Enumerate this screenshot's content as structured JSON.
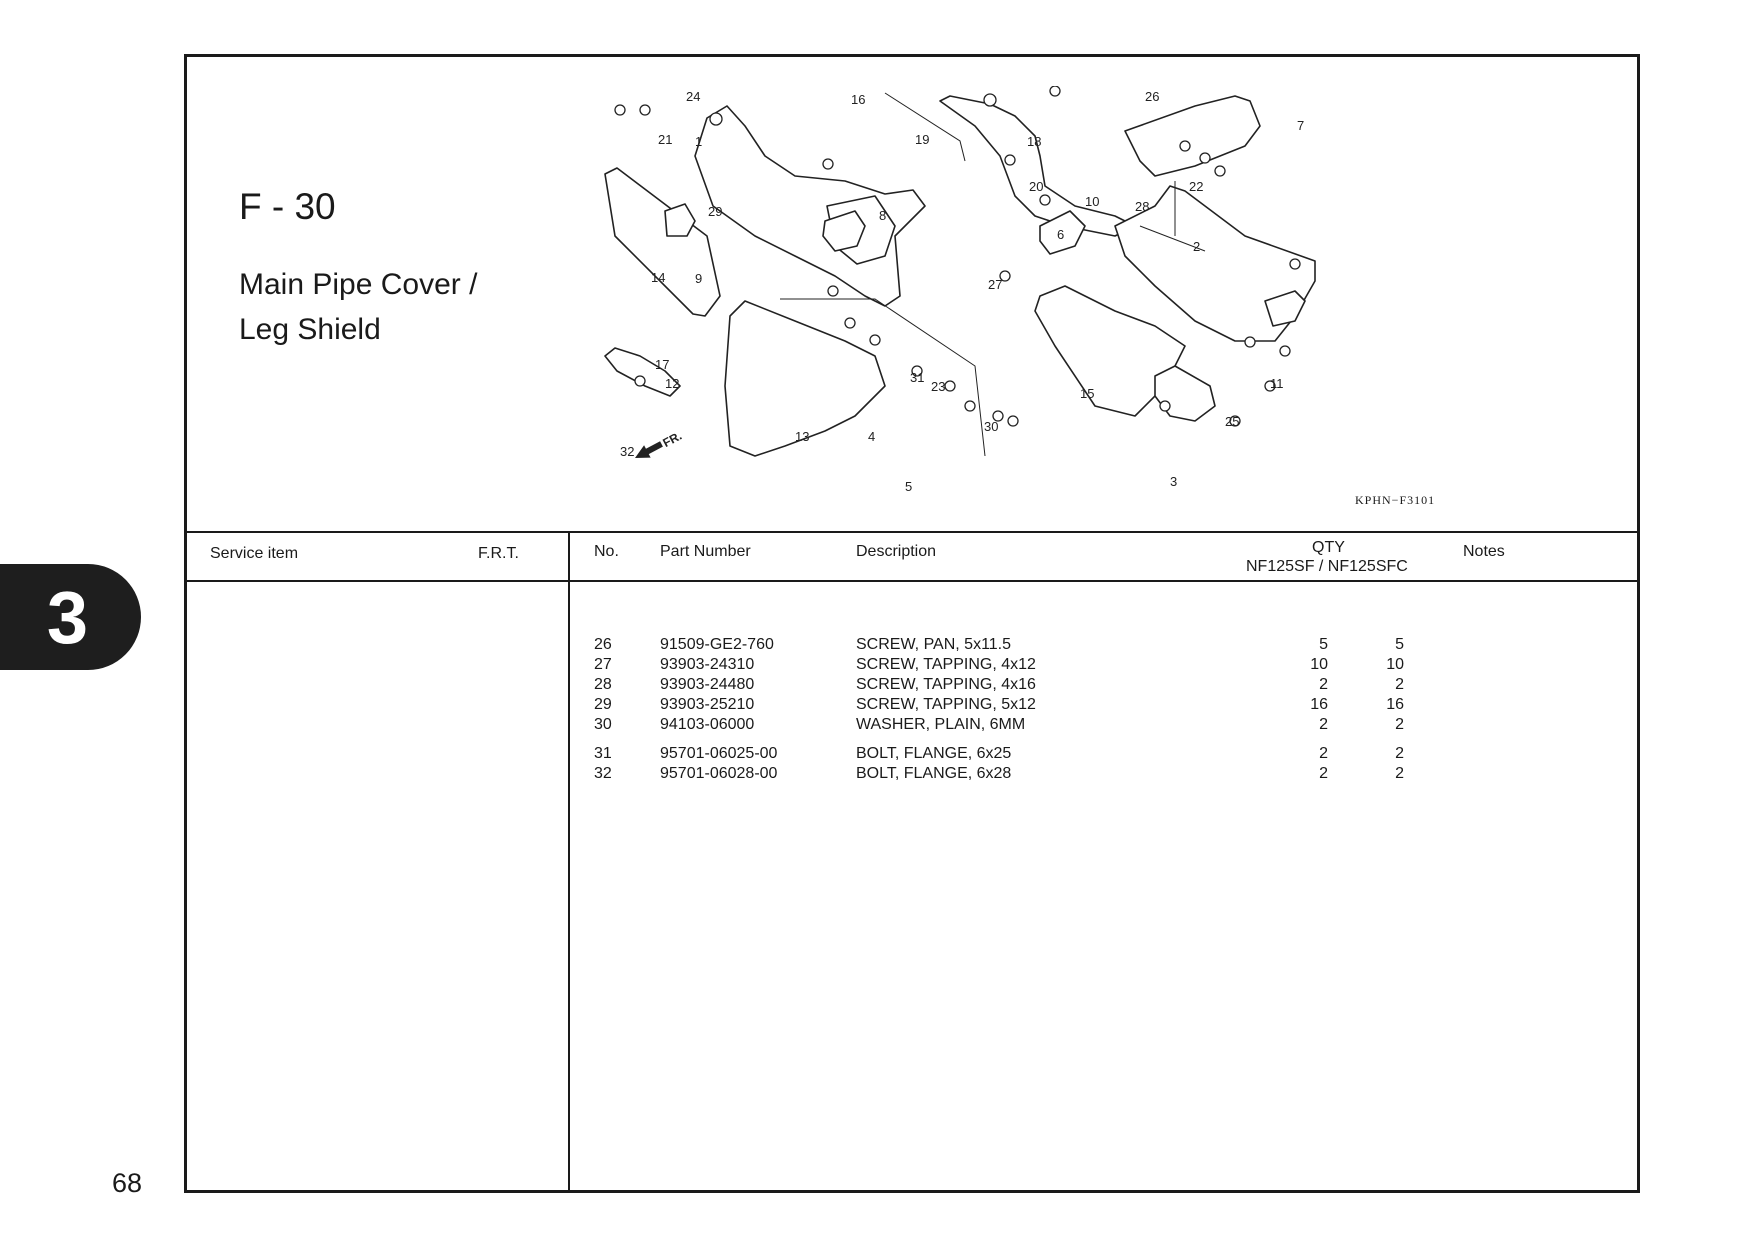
{
  "page": {
    "number": "68",
    "chapter": "3"
  },
  "figure": {
    "code": "F - 30",
    "title_line1": "Main Pipe Cover /",
    "title_line2": "Leg Shield",
    "diagram_code": "KPHN−F3101",
    "fr_label": "FR.",
    "callouts": [
      "1",
      "2",
      "3",
      "4",
      "5",
      "6",
      "7",
      "8",
      "9",
      "10",
      "11",
      "12",
      "13",
      "14",
      "15",
      "16",
      "17",
      "18",
      "19",
      "20",
      "21",
      "22",
      "23",
      "24",
      "25",
      "26",
      "27",
      "28",
      "29",
      "30",
      "31",
      "32"
    ]
  },
  "table": {
    "headers": {
      "service_item": "Service item",
      "frt": "F.R.T.",
      "no": "No.",
      "part_number": "Part Number",
      "description": "Description",
      "qty": "QTY",
      "models": "NF125SF / NF125SFC",
      "notes": "Notes"
    },
    "rows": [
      {
        "no": "26",
        "part_number": "91509-GE2-760",
        "description": "SCREW, PAN, 5x11.5",
        "qty1": "5",
        "qty2": "5"
      },
      {
        "no": "27",
        "part_number": "93903-24310",
        "description": "SCREW, TAPPING, 4x12",
        "qty1": "10",
        "qty2": "10"
      },
      {
        "no": "28",
        "part_number": "93903-24480",
        "description": "SCREW, TAPPING, 4x16",
        "qty1": "2",
        "qty2": "2"
      },
      {
        "no": "29",
        "part_number": "93903-25210",
        "description": "SCREW, TAPPING, 5x12",
        "qty1": "16",
        "qty2": "16"
      },
      {
        "no": "30",
        "part_number": "94103-06000",
        "description": "WASHER, PLAIN, 6MM",
        "qty1": "2",
        "qty2": "2"
      },
      {
        "no": "31",
        "part_number": "95701-06025-00",
        "description": "BOLT, FLANGE, 6x25",
        "qty1": "2",
        "qty2": "2"
      },
      {
        "no": "32",
        "part_number": "95701-06028-00",
        "description": "BOLT, FLANGE, 6x28",
        "qty1": "2",
        "qty2": "2"
      }
    ]
  }
}
